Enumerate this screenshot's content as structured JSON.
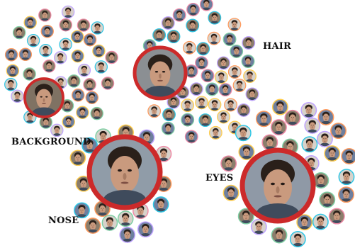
{
  "labels": {
    "background": "BACKGROUND",
    "hair": "HAIR",
    "nose": "NOSE",
    "eyes": "EYES"
  },
  "palette": {
    "ring_colors": [
      "#2ec7e6",
      "#ef8ba7",
      "#ffcd4d",
      "#bfa3ff",
      "#7fd0a5",
      "#ff9a5c"
    ],
    "hero_ring": "#cc2a2a",
    "skin": "#c99a7e",
    "hair": "#2a201a",
    "bg_tint_a": "#d7d2cb",
    "bg_tint_b": "#8b7d6b",
    "bg_tint_c": "#6e7f9e"
  },
  "clusters": [
    {
      "name": "background-cluster",
      "label_key": "background",
      "hero_bg": "#7f7263"
    },
    {
      "name": "hair-cluster",
      "label_key": "hair",
      "hero_bg": "#8b8f93"
    },
    {
      "name": "nose-cluster",
      "label_key": "nose",
      "hero_bg": "#909ca8"
    },
    {
      "name": "eyes-cluster",
      "label_key": "eyes",
      "hero_bg": "#8f99a6"
    }
  ]
}
